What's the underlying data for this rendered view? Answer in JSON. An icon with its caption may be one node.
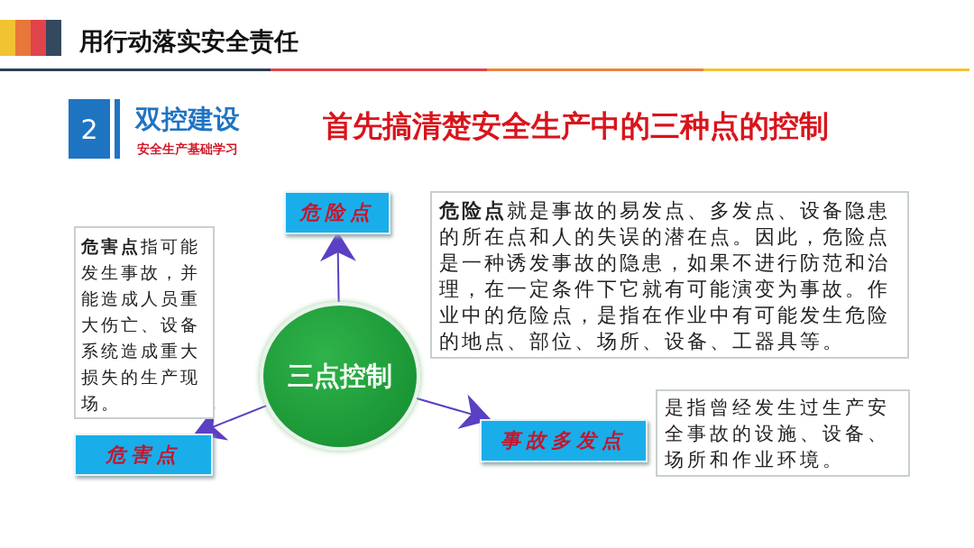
{
  "diagram": {
    "title": "用行动落实安全责任",
    "nodes": [
      {
        "text": [
          "三点控制"
        ]
      },
      {
        "text": [
          "危险点"
        ]
      },
      {
        "text": [
          "危害点"
        ]
      },
      {
        "text": [
          "事故多发点"
        ]
      },
      {
        "text": [
          "**危险点**就是事故的易发点、多发点、设备隐患的所在点和人的失误的潜在点。因此，危险点是一种诱发事故的隐患，如果不进行防范和治理，在一定条件下它就有可能演变为事故。作业中的危险点，是指在作业中有可能发生危险的地点、部位、场所、设备、工器具等。"
        ]
      },
      {
        "text": [
          "**危害点**指可能发生事故，并能造成人员重大伤亡、设备系统造成重大损失的生产现场。"
        ]
      },
      {
        "text": [
          "是指曾经发生过生产安全事故的设施、设备、场所和作业环境。"
        ]
      }
    ],
    "edges": [
      {
        "from": 0,
        "to": 1,
        "arrow": "to"
      },
      {
        "from": 0,
        "to": 2,
        "arrow": "to"
      },
      {
        "from": 0,
        "to": 3,
        "arrow": "to"
      }
    ],
    "labels": [
      "2",
      "双控建设",
      "安全生产基础学习",
      "首先搞清楚安全生产中的三种点的控制"
    ]
  }
}
